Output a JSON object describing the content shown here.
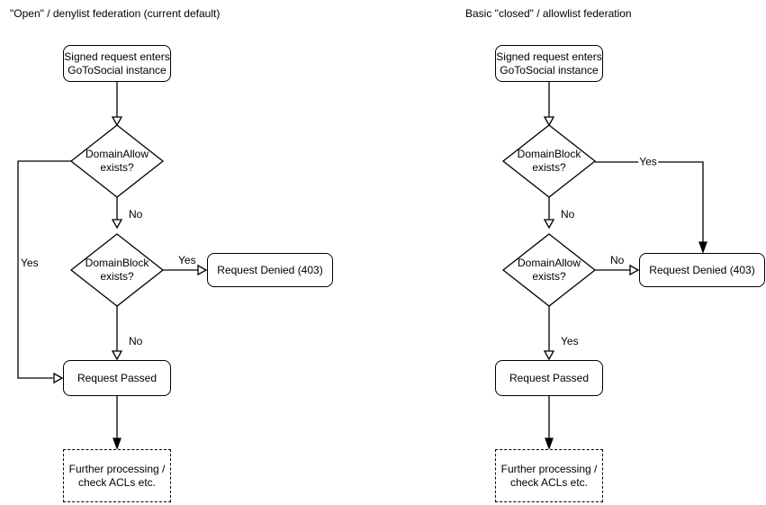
{
  "colors": {
    "stroke": "#000000",
    "node_fill": "#ffffff",
    "text": "#000000",
    "background": "#ffffff"
  },
  "left": {
    "title": "\"Open\" / denylist federation (current default)",
    "start": "Signed request enters\nGoToSocial instance",
    "decision1": "DomainAllow\nexists?",
    "decision1_yes": "Yes",
    "decision1_no": "No",
    "decision2": "DomainBlock\nexists?",
    "decision2_yes": "Yes",
    "decision2_no": "No",
    "denied": "Request Denied (403)",
    "passed": "Request Passed",
    "further": "Further processing /\ncheck ACLs etc."
  },
  "right": {
    "title": "Basic \"closed\" / allowlist federation",
    "start": "Signed request enters\nGoToSocial instance",
    "decision1": "DomainBlock\nexists?",
    "decision1_yes": "Yes",
    "decision1_no": "No",
    "decision2": "DomainAllow\nexists?",
    "decision2_no": "No",
    "decision2_yes": "Yes",
    "denied": "Request Denied (403)",
    "passed": "Request Passed",
    "further": "Further processing /\ncheck ACLs etc."
  }
}
